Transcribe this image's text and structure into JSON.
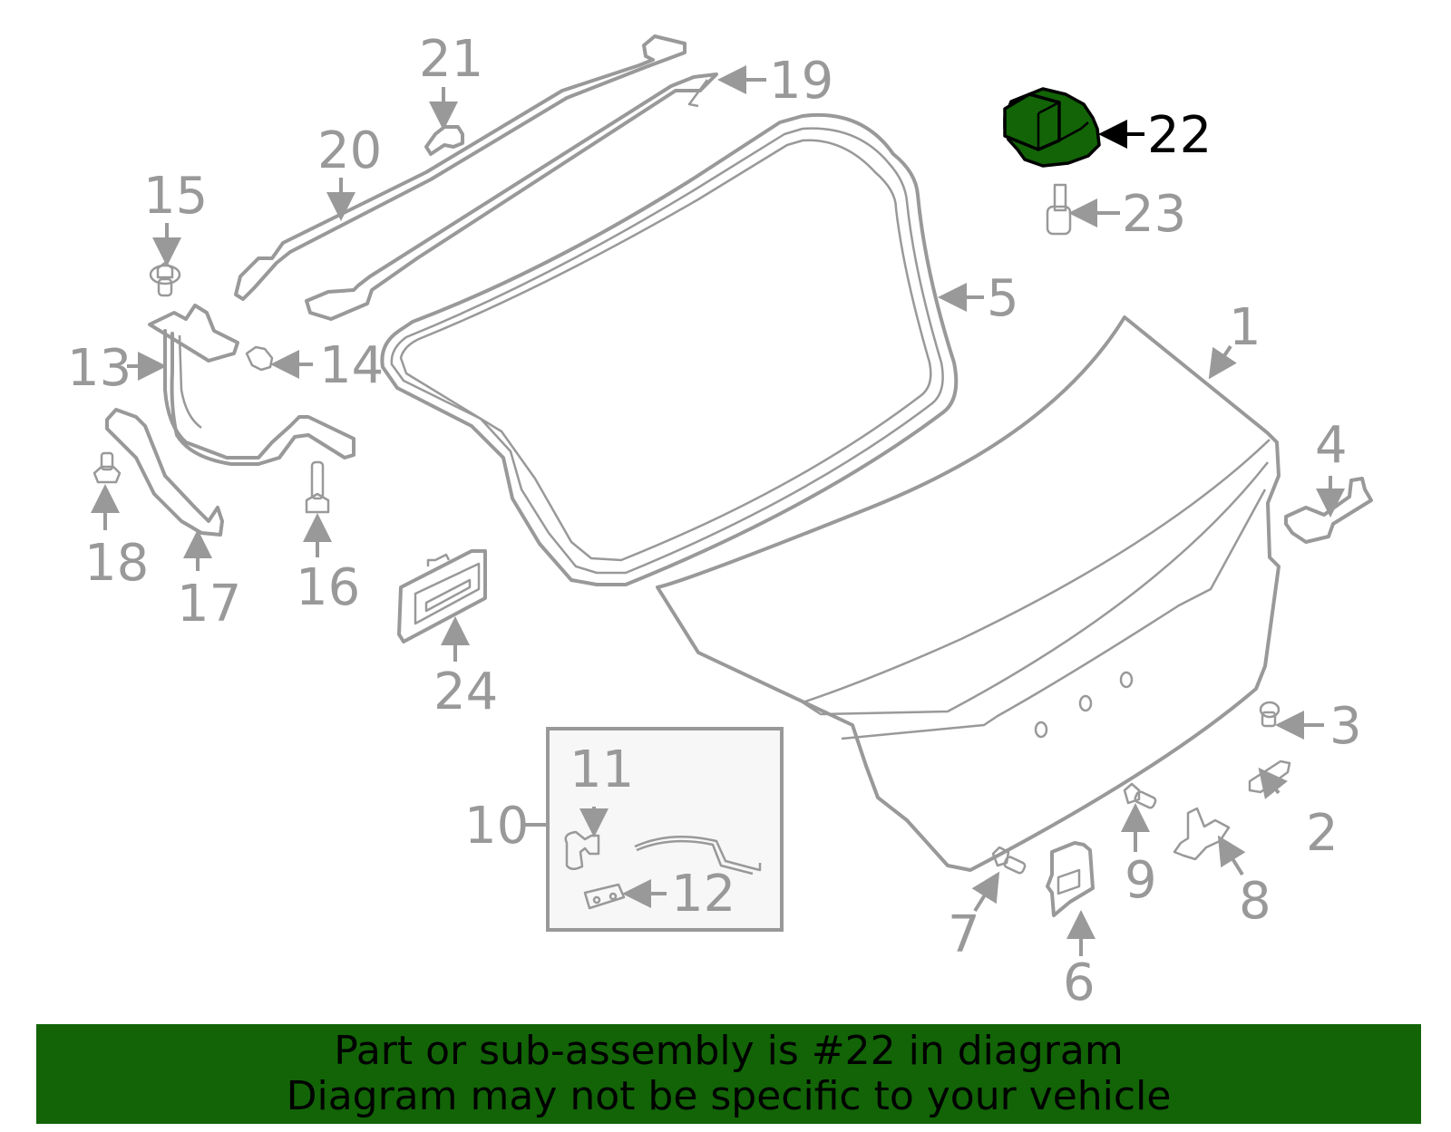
{
  "diagram": {
    "highlighted_part": "22",
    "highlight_color": "#126407",
    "line_color": "#999999",
    "callouts": [
      {
        "id": "1",
        "label": "1"
      },
      {
        "id": "2",
        "label": "2"
      },
      {
        "id": "3",
        "label": "3"
      },
      {
        "id": "4",
        "label": "4"
      },
      {
        "id": "5",
        "label": "5"
      },
      {
        "id": "6",
        "label": "6"
      },
      {
        "id": "7",
        "label": "7"
      },
      {
        "id": "8",
        "label": "8"
      },
      {
        "id": "9",
        "label": "9"
      },
      {
        "id": "10",
        "label": "10"
      },
      {
        "id": "11",
        "label": "11"
      },
      {
        "id": "12",
        "label": "12"
      },
      {
        "id": "13",
        "label": "13"
      },
      {
        "id": "14",
        "label": "14"
      },
      {
        "id": "15",
        "label": "15"
      },
      {
        "id": "16",
        "label": "16"
      },
      {
        "id": "17",
        "label": "17"
      },
      {
        "id": "18",
        "label": "18"
      },
      {
        "id": "19",
        "label": "19"
      },
      {
        "id": "20",
        "label": "20"
      },
      {
        "id": "21",
        "label": "21"
      },
      {
        "id": "22",
        "label": "22"
      },
      {
        "id": "23",
        "label": "23"
      },
      {
        "id": "24",
        "label": "24"
      }
    ]
  },
  "banner": {
    "line1": "Part or sub-assembly is #22 in diagram",
    "line2": "Diagram may not be specific to your vehicle",
    "background": "#126407"
  }
}
